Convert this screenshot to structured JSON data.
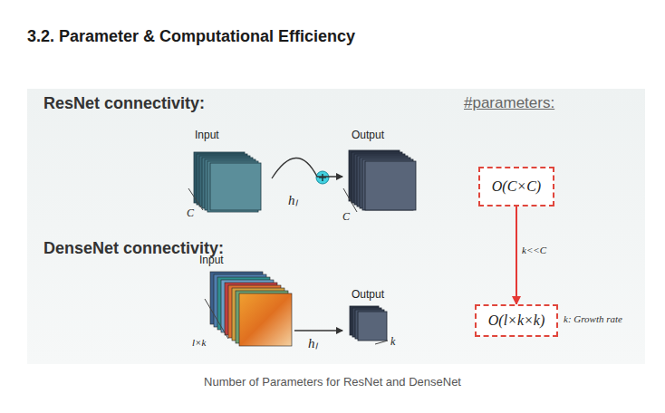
{
  "diagram": {
    "title": "3.2. Parameter & Computational Efficiency",
    "caption": "Number of Parameters for ResNet and DenseNet",
    "nodes": [
      {
        "text": [
          "Input"
        ]
      },
      {
        "text": [
          "Output"
        ]
      },
      {
        "text": [
          "Input"
        ]
      },
      {
        "text": [
          "Output"
        ]
      },
      {
        "text": [
          "O(C×C)"
        ]
      },
      {
        "text": [
          "O(l×k×k)"
        ]
      }
    ],
    "edges": [
      {
        "from": 0,
        "to": 1,
        "arrow": "to",
        "label": "hₗ"
      },
      {
        "from": 2,
        "to": 3,
        "arrow": "to",
        "label": "hₗ"
      },
      {
        "from": 4,
        "to": 5,
        "arrow": "to",
        "label": "k<<C"
      }
    ],
    "labels": [
      "ResNet connectivity:",
      "DenseNet connectivity:",
      "#parameters:",
      "C",
      "C",
      "l×k",
      "k",
      "k: Growth rate"
    ]
  }
}
